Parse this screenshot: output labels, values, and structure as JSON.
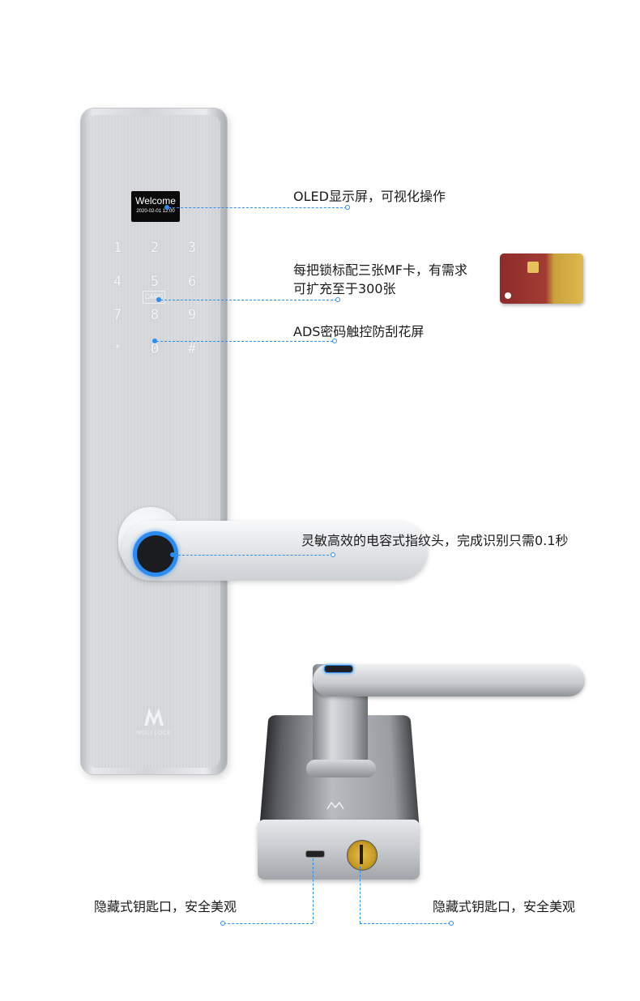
{
  "screen": {
    "title": "Welcome",
    "datetime": "2020-02-01 12:00"
  },
  "keypad": {
    "keys": [
      "1",
      "2",
      "3",
      "4",
      "5",
      "6",
      "7",
      "8",
      "9",
      "*",
      "0",
      "#"
    ],
    "card_label": "CARD"
  },
  "brand": {
    "name": "MOLI LOCK"
  },
  "callouts": {
    "oled": "OLED显示屏，可视化操作",
    "mf_card_line1": "每把锁标配三张MF卡，有需求",
    "mf_card_line2": "可扩充至于300张",
    "ads": "ADS密码触控防刮花屏",
    "fingerprint": "灵敏高效的电容式指纹头，完成识别只需0.1秒",
    "hidden_key_left": "隐藏式钥匙口，安全美观",
    "hidden_key_right": "隐藏式钥匙口，安全美观"
  },
  "colors": {
    "accent": "#2b8ef0",
    "text": "#1a1a1a",
    "background": "#ffffff"
  },
  "icons": {
    "fingerprint": "fingerprint-sensor-icon",
    "keyhole": "keyhole-icon",
    "usb": "usb-port-icon",
    "logo": "moli-logo-icon"
  }
}
